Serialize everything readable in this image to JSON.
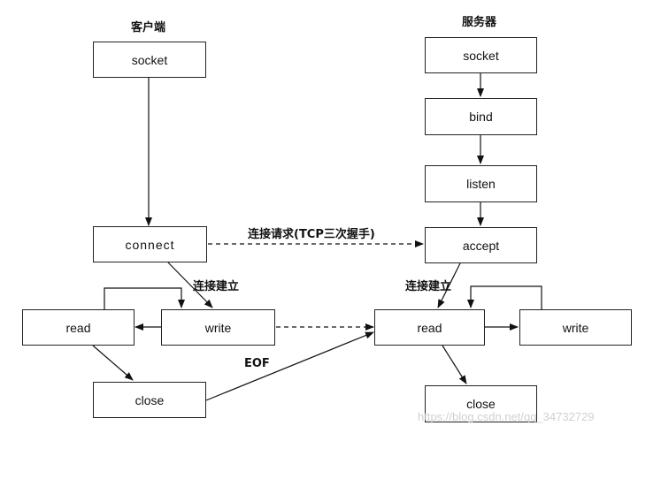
{
  "client": {
    "title": "客户端",
    "socket": "socket",
    "connect": "connect",
    "read": "read",
    "write": "write",
    "close": "close",
    "established": "连接建立"
  },
  "server": {
    "title": "服务器",
    "socket": "socket",
    "bind": "bind",
    "listen": "listen",
    "accept": "accept",
    "read": "read",
    "write": "write",
    "close": "close",
    "established": "连接建立"
  },
  "edges": {
    "connection_request": "连接请求(TCP三次握手)",
    "eof": "EOF"
  },
  "watermark": "https://blog.csdn.net/qq_34732729"
}
